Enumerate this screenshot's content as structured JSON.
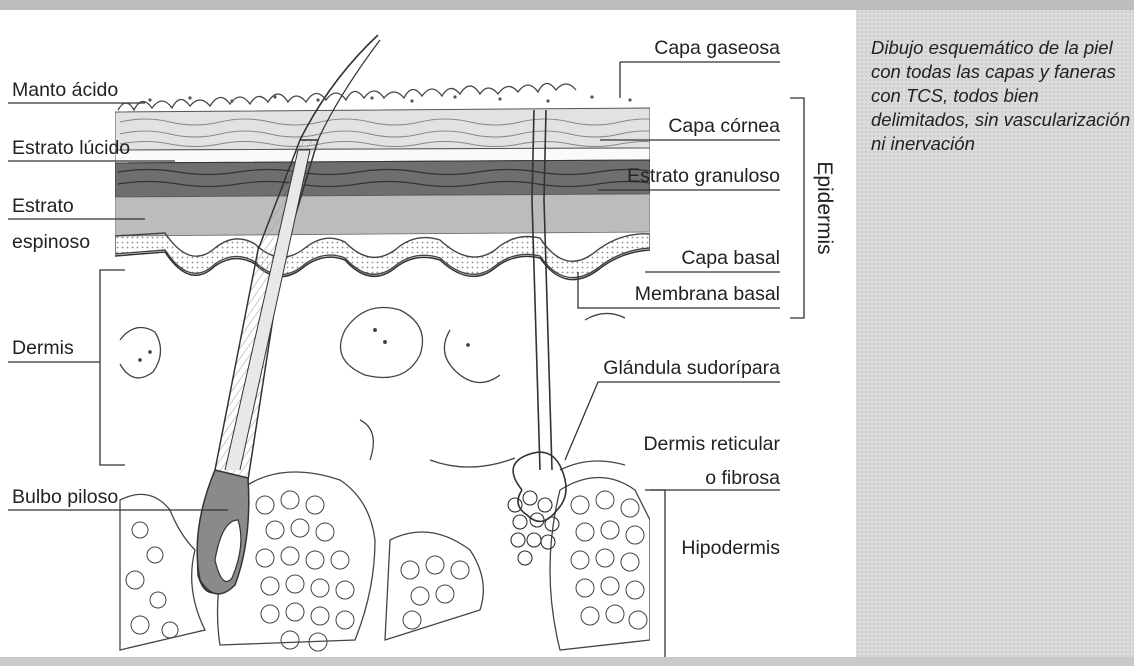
{
  "labels": {
    "manto_acido": "Manto ácido",
    "estrato_lucido": "Estrato lúcido",
    "estrato_espinoso_1": "Estrato",
    "estrato_espinoso_2": "espinoso",
    "dermis": "Dermis",
    "bulbo_piloso": "Bulbo piloso",
    "capa_gaseosa": "Capa gaseosa",
    "capa_cornea": "Capa córnea",
    "estrato_granuloso": "Estrato granuloso",
    "capa_basal": "Capa basal",
    "membrana_basal": "Membrana basal",
    "glandula_sudoripara": "Glándula sudorípara",
    "dermis_reticular_1": "Dermis reticular",
    "dermis_reticular_2": "o fibrosa",
    "hipodermis": "Hipodermis",
    "epidermis": "Epidermis"
  },
  "caption": "Dibujo esquemático de la piel con todas las capas y faneras con TCS, todos bien delimitados, sin vascularización ni inervación"
}
